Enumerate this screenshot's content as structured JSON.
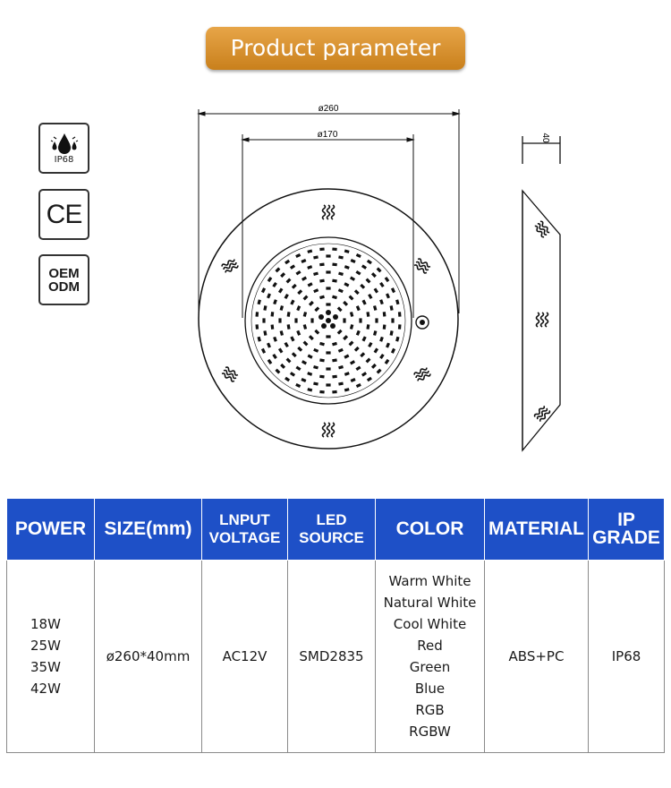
{
  "banner": {
    "title": "Product parameter"
  },
  "badges": {
    "ip_label": "IP68",
    "ce_label": "CE",
    "oem_line1": "OEM",
    "oem_line2": "ODM"
  },
  "drawing": {
    "outer_dim": "ø260",
    "inner_dim": "ø170",
    "depth_dim": "40"
  },
  "table": {
    "headers": [
      [
        "POWER"
      ],
      [
        "SIZE(mm)"
      ],
      [
        "LNPUT",
        "VOLTAGE"
      ],
      [
        "LED",
        "SOURCE"
      ],
      [
        "COLOR"
      ],
      [
        "MATERIAL"
      ],
      [
        "IP",
        "GRADE"
      ]
    ],
    "power": [
      "18W",
      "25W",
      "35W",
      "42W"
    ],
    "size": "ø260*40mm",
    "voltage": "AC12V",
    "led_source": "SMD2835",
    "colors": [
      "Warm White",
      "Natural White",
      "Cool White",
      "Red",
      "Green",
      "Blue",
      "RGB",
      "RGBW"
    ],
    "material": "ABS+PC",
    "ip_grade": "IP68"
  }
}
